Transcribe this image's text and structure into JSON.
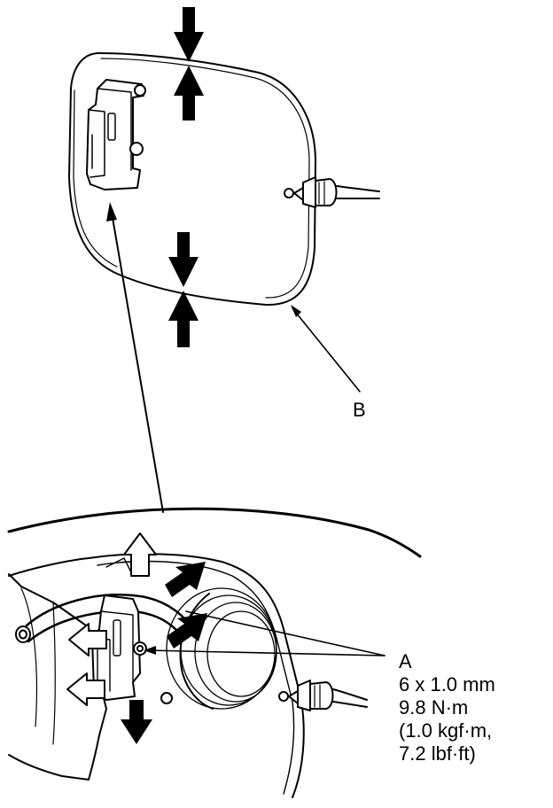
{
  "labels": {
    "b": "B",
    "a": "A"
  },
  "spec": {
    "bolt": "6 x 1.0 mm",
    "torque_nm": "9.8 N·m",
    "torque_kgf": "(1.0 kgf·m,",
    "torque_lbf": "7.2 lbf·ft)"
  },
  "colors": {
    "line": "#000000",
    "background": "#ffffff"
  }
}
